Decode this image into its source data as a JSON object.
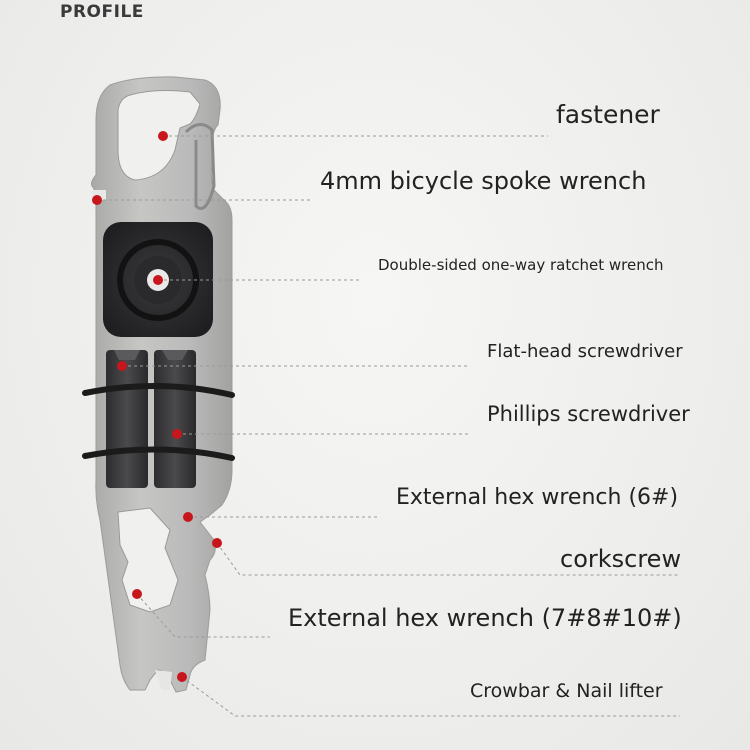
{
  "header": {
    "title": "PROFILE"
  },
  "labels": {
    "fastener": "fastener",
    "spoke_wrench": "4mm bicycle spoke wrench",
    "ratchet_wrench": "Double-sided one-way ratchet wrench",
    "flat_head": "Flat-head screwdriver",
    "phillips": "Phillips screwdriver",
    "hex_6": "External hex wrench (6#)",
    "corkscrew": "corkscrew",
    "hex_7_8_10": "External hex wrench (7#8#10#)",
    "crowbar": "Crowbar & Nail lifter"
  },
  "colors": {
    "marker": "#c8161d",
    "leader_line": "#9a9a9a",
    "tool_body": "#b9b9b7",
    "ratchet": "#2b2b2d",
    "bits": "#3a3a3c",
    "bands": "#1b1b1c"
  }
}
